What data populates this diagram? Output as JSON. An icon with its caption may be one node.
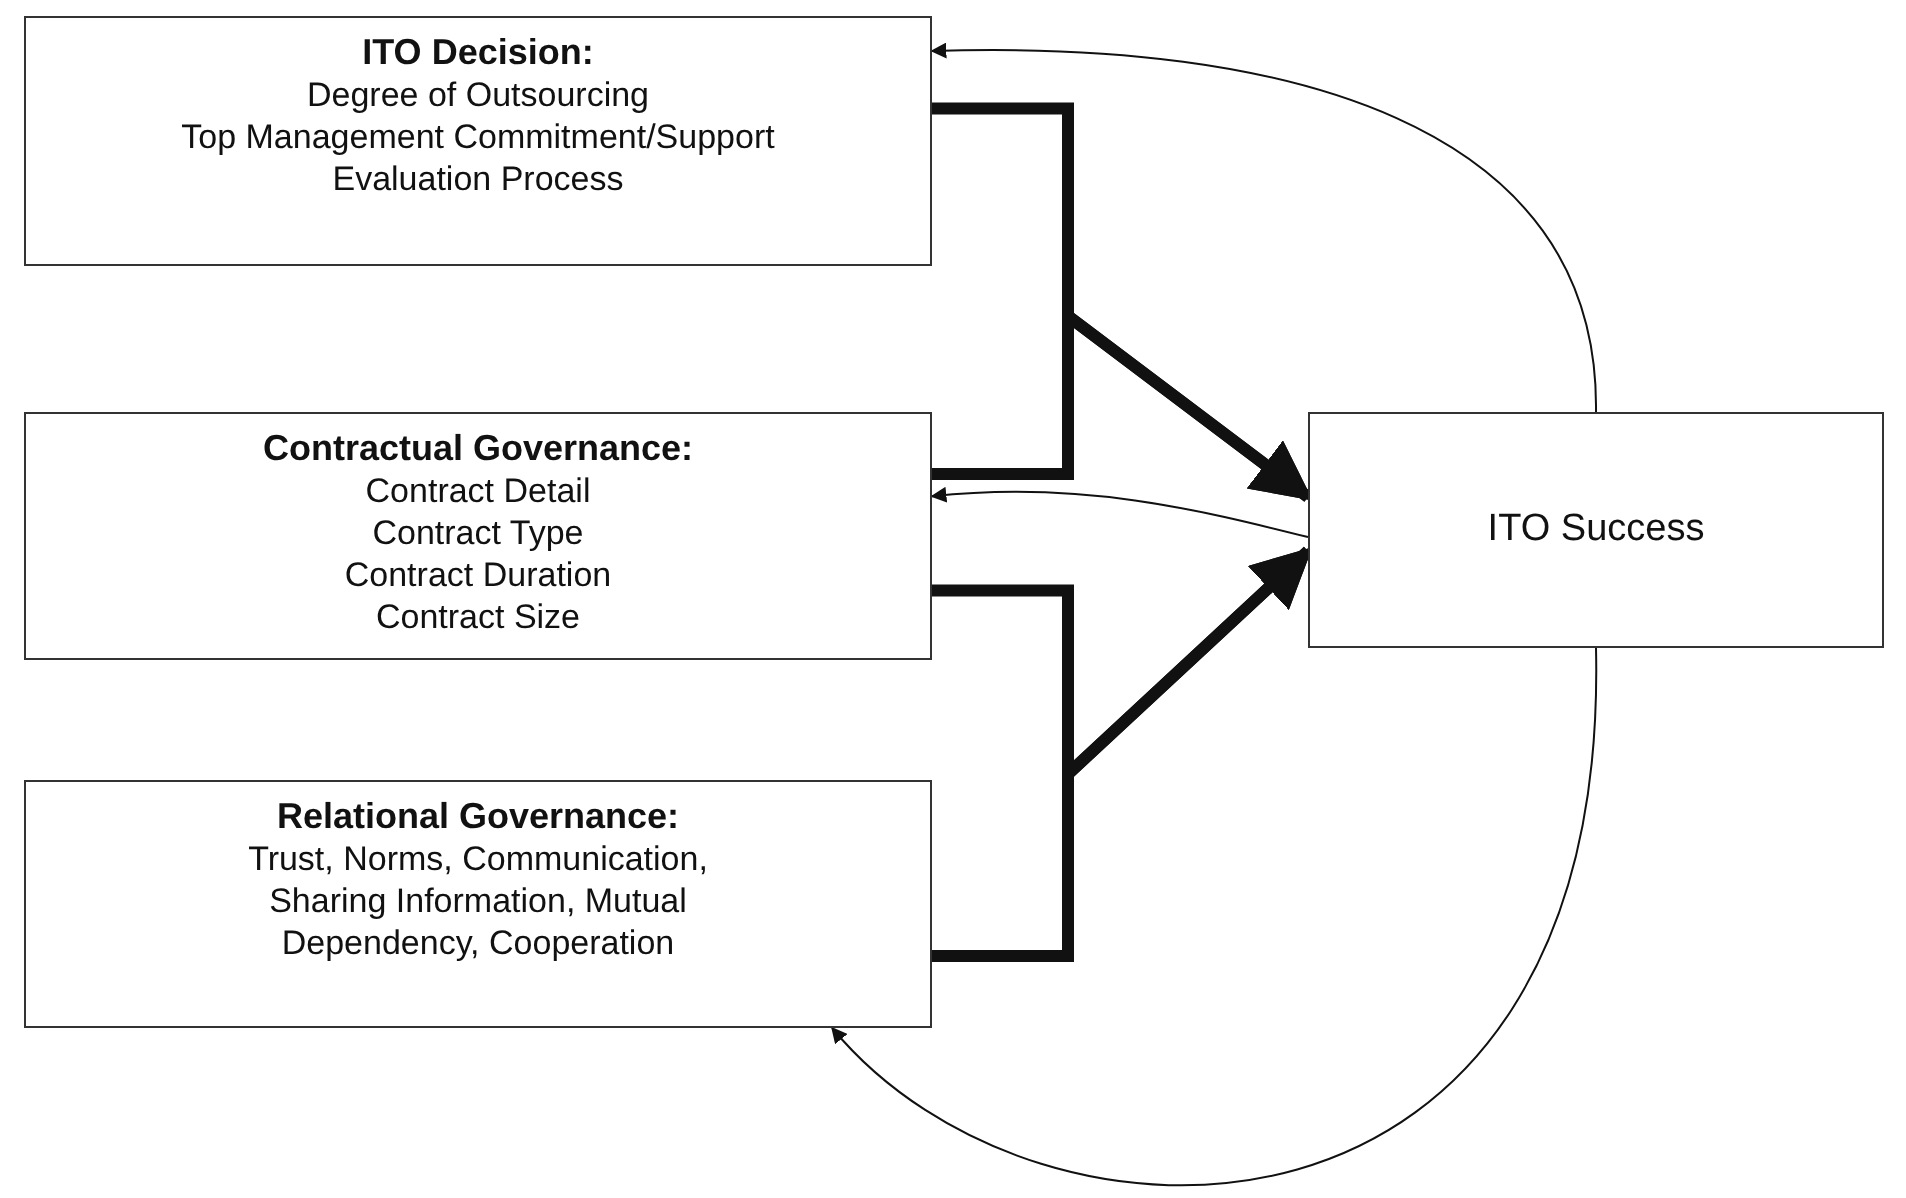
{
  "diagram": {
    "nodes": [
      {
        "text": [
          "ITO Decision:",
          "Degree of Outsourcing",
          "Top Management Commitment/Support",
          "Evaluation Process"
        ]
      },
      {
        "text": [
          "Contractual Governance:",
          "Contract Detail",
          "Contract Type",
          "Contract Duration",
          "Contract Size"
        ]
      },
      {
        "text": [
          "Relational Governance:",
          "Trust, Norms, Communication, Sharing Information, Mutual Dependency, Cooperation"
        ]
      },
      {
        "text": [
          "ITO Success"
        ]
      }
    ],
    "edges": [
      {
        "from": 0,
        "to": 3,
        "arrow": "to"
      },
      {
        "from": 1,
        "to": 3,
        "arrow": "to"
      },
      {
        "from": 1,
        "to": 3,
        "arrow": "to"
      },
      {
        "from": 2,
        "to": 3,
        "arrow": "to"
      },
      {
        "from": 3,
        "to": 0,
        "arrow": "to"
      },
      {
        "from": 3,
        "to": 1,
        "arrow": "to"
      },
      {
        "from": 3,
        "to": 2,
        "arrow": "to"
      }
    ]
  }
}
